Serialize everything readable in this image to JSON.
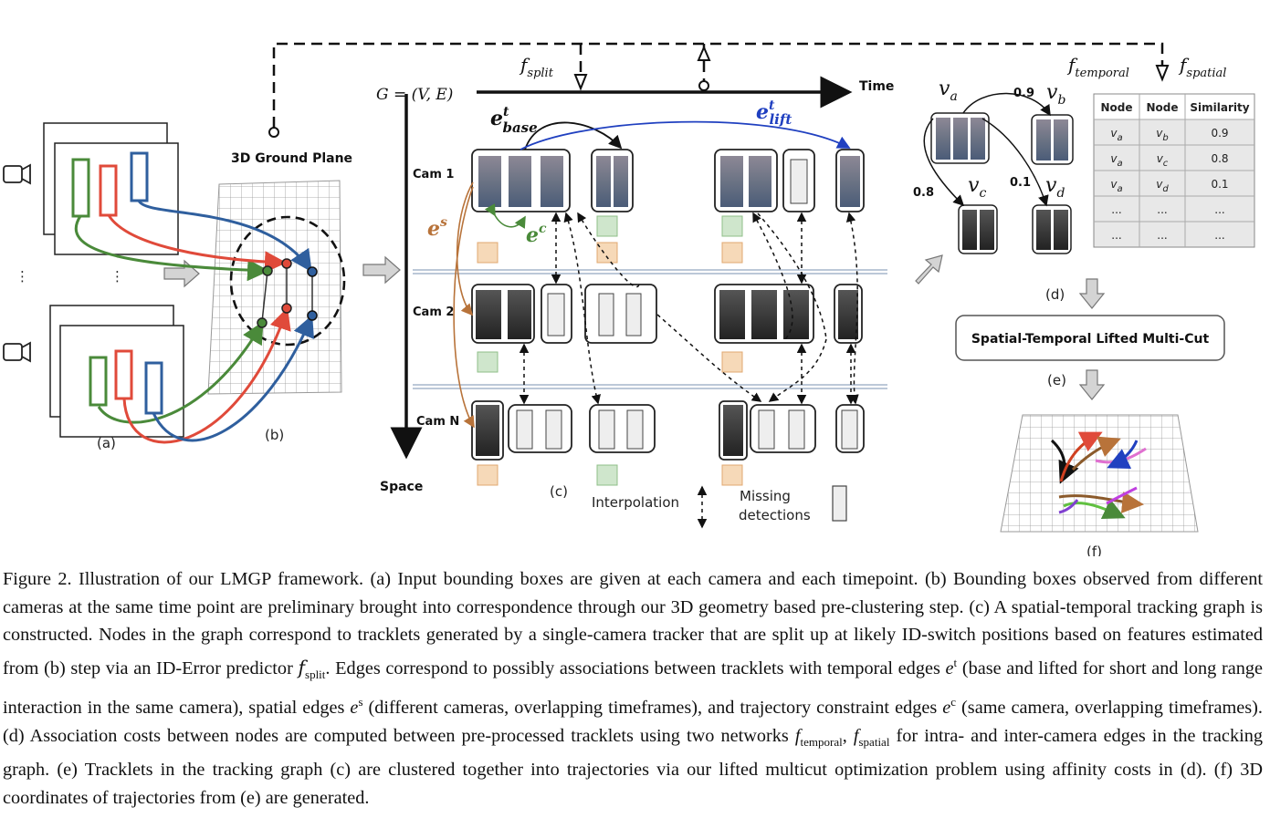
{
  "figure": {
    "labels": {
      "a": "(a)",
      "b": "(b)",
      "c": "(c)",
      "d": "(d)",
      "e": "(e)",
      "f": "(f)",
      "ground_plane": "3D Ground Plane",
      "ellipsis": "⋮",
      "graph_eq": "G = (V, E)",
      "time": "Time",
      "space": "Space",
      "cam1": "Cam 1",
      "cam2": "Cam 2",
      "camN": "Cam N",
      "f_split": "f",
      "f_split_sub": "split",
      "f_temporal": "f",
      "f_temporal_sub": "temporal",
      "f_spatial": "f",
      "f_spatial_sub": "spatial",
      "e_base": "e",
      "e_base_sup": "t",
      "e_base_sub": "base",
      "e_lift": "e",
      "e_lift_sup": "t",
      "e_lift_sub": "lift",
      "e_s": "e",
      "e_s_sup": "s",
      "e_c": "e",
      "e_c_sup": "c",
      "interpolation": "Interpolation",
      "missing_1": "Missing",
      "missing_2": "detections",
      "multicut": "Spatial-Temporal Lifted Multi-Cut"
    },
    "nodes_d": {
      "va": "v",
      "va_sub": "a",
      "vb": "v",
      "vb_sub": "b",
      "vc": "v",
      "vc_sub": "c",
      "vd": "v",
      "vd_sub": "d",
      "w_ab": "0.9",
      "w_ac": "0.8",
      "w_ad": "0.1"
    },
    "table": {
      "headers": [
        "Node",
        "Node",
        "Similarity"
      ],
      "rows": [
        [
          "v_a",
          "v_b",
          "0.9"
        ],
        [
          "v_a",
          "v_c",
          "0.8"
        ],
        [
          "v_a",
          "v_d",
          "0.1"
        ],
        [
          "...",
          "...",
          "..."
        ],
        [
          "...",
          "...",
          "..."
        ]
      ]
    },
    "colors": {
      "green": "#4a8a3a",
      "red": "#e04a3a",
      "blue": "#2f5f9e",
      "orange_edge": "#b8733a",
      "lift_blue": "#2040c0",
      "orange_box": "#f6d9b8",
      "green_box": "#cfe6cc",
      "table_header": "#ffffff",
      "table_row": "#e8e8e8"
    }
  },
  "caption": {
    "text": "Figure 2. Illustration of our LMGP framework. (a) Input bounding boxes are given at each camera and each timepoint. (b) Bounding boxes observed from different cameras at the same time point are preliminary brought into correspondence through our 3D geometry based pre-clustering step. (c) A spatial-temporal tracking graph is constructed. Nodes in the graph correspond to tracklets generated by a single-camera tracker that are split up at likely ID-switch positions based on features estimated from (b) step via an ID-Error predictor f_split. Edges correspond to possibly associations between tracklets with temporal edges e^t (base and lifted for short and long range interaction in the same camera), spatial edges e^s (different cameras, overlapping timeframes), and trajectory constraint edges e^c (same camera, overlapping timeframes). (d) Association costs between nodes are computed between pre-processed tracklets using two networks f_temporal, f_spatial for intra- and inter-camera edges in the tracking graph. (e) Tracklets in the tracking graph (c) are clustered together into trajectories via our lifted multicut optimization problem using affinity costs in (d). (f) 3D coordinates of trajectories from (e) are generated.",
    "p1": "Figure 2. Illustration of our LMGP framework. (a) Input bounding boxes are given at each camera and each timepoint. (b) Bounding boxes observed from different cameras at the same time point are preliminary brought into correspondence through our 3D geometry based pre-clustering step. (c) A spatial-temporal tracking graph is constructed. Nodes in the graph correspond to tracklets generated by a single-camera tracker that are split up at likely ID-switch positions based on features estimated from (b) step via an ID-Error predictor ",
    "f_split": "f",
    "f_split_sub": "split",
    "p2": ". Edges correspond to possibly associations between tracklets with temporal edges ",
    "et": "e",
    "et_sup": "t",
    "p3": " (base and lifted for short and long range interaction in the same camera), spatial edges ",
    "es": "e",
    "es_sup": "s",
    "p4": " (different cameras, overlapping timeframes), and trajectory constraint edges ",
    "ec": "e",
    "ec_sup": "c",
    "p5": " (same camera, overlapping timeframes). (d) Association costs between nodes are computed between pre-processed tracklets using two networks ",
    "ft": "f",
    "ft_sub": "temporal",
    "p6": ", ",
    "fs": "f",
    "fs_sub": "spatial",
    "p7": " for intra- and inter-camera edges in the tracking graph. (e) Tracklets in the tracking graph (c) are clustered together into trajectories via our lifted multicut optimization problem using affinity costs in (d). (f) 3D coordinates of trajectories from (e) are generated."
  }
}
